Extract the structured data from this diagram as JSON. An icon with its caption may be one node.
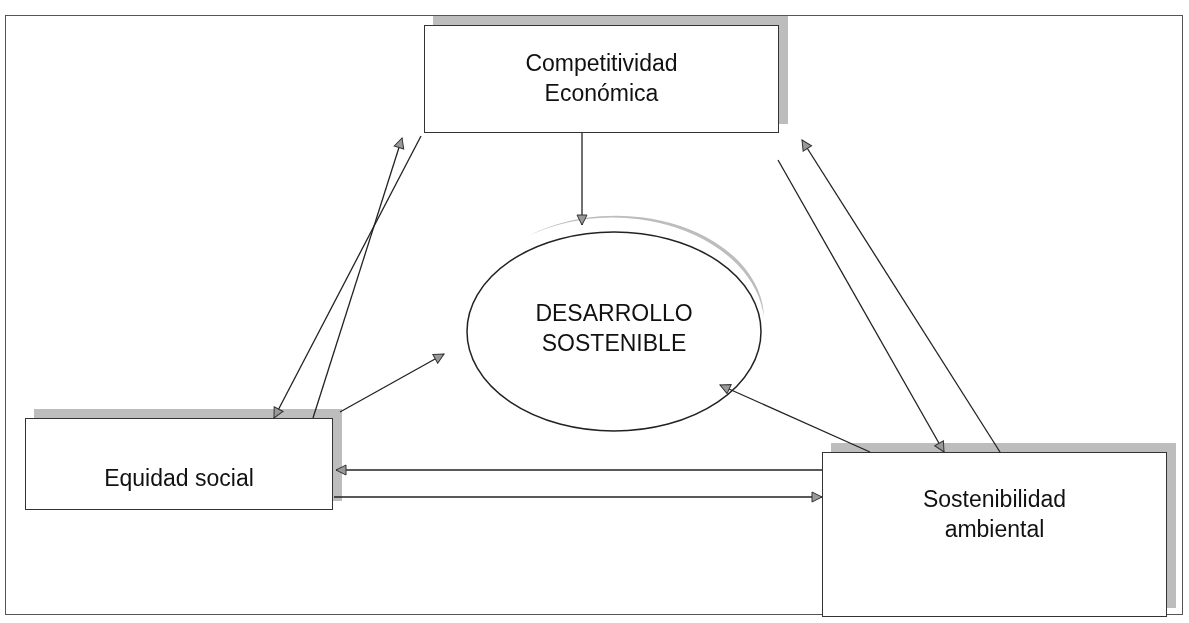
{
  "diagram": {
    "nodes": [
      {
        "text": [
          "Competitividad Económica"
        ]
      },
      {
        "text": [
          "DESARROLLO SOSTENIBLE"
        ]
      },
      {
        "text": [
          "Equidad social"
        ]
      },
      {
        "text": [
          "Sostenibilidad ambiental"
        ]
      }
    ],
    "edges": [
      {
        "from": 0,
        "to": 1,
        "arrow": "to"
      },
      {
        "from": 0,
        "to": 2,
        "arrow": "to"
      },
      {
        "from": 2,
        "to": 0,
        "arrow": "to"
      },
      {
        "from": 2,
        "to": 1,
        "arrow": "to"
      },
      {
        "from": 0,
        "to": 3,
        "arrow": "to"
      },
      {
        "from": 3,
        "to": 0,
        "arrow": "to"
      },
      {
        "from": 3,
        "to": 1,
        "arrow": "to"
      },
      {
        "from": 3,
        "to": 2,
        "arrow": "to"
      },
      {
        "from": 2,
        "to": 3,
        "arrow": "to"
      }
    ]
  }
}
